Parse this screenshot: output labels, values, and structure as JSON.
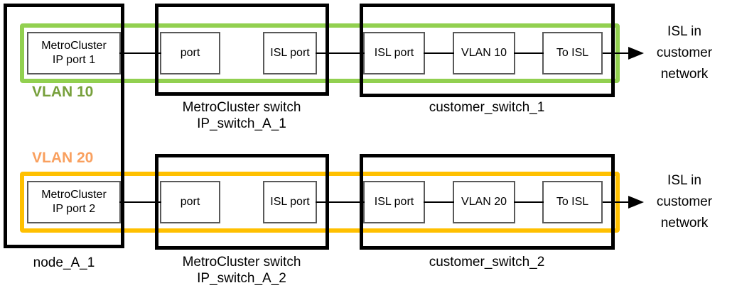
{
  "colors": {
    "vlan10_border": "#92D050",
    "vlan10_label": "#77A03C",
    "vlan20_border": "#FFC000",
    "vlan20_label": "#F9A05F",
    "inner_box_border": "#595959",
    "connector": "#000000"
  },
  "node": {
    "caption": "node_A_1",
    "port1": {
      "line1": "MetroCluster",
      "line2": "IP port 1"
    },
    "port2": {
      "line1": "MetroCluster",
      "line2": "IP port 2"
    }
  },
  "rows": [
    {
      "vlan_label": "VLAN 10",
      "mc_switch": {
        "port_label": "port",
        "isl_port_label": "ISL port",
        "caption_line1": "MetroCluster switch",
        "caption_line2": "IP_switch_A_1"
      },
      "customer_switch": {
        "isl_port_label": "ISL port",
        "vlan_box_label": "VLAN 10",
        "to_isl_label": "To ISL",
        "caption": "customer_switch_1"
      },
      "isl_note": {
        "line1": "ISL in",
        "line2": "customer",
        "line3": "network"
      }
    },
    {
      "vlan_label": "VLAN 20",
      "mc_switch": {
        "port_label": "port",
        "isl_port_label": "ISL port",
        "caption_line1": "MetroCluster switch",
        "caption_line2": "IP_switch_A_2"
      },
      "customer_switch": {
        "isl_port_label": "ISL port",
        "vlan_box_label": "VLAN 20",
        "to_isl_label": "To ISL",
        "caption": "customer_switch_2"
      },
      "isl_note": {
        "line1": "ISL in",
        "line2": "customer",
        "line3": "network"
      }
    }
  ]
}
